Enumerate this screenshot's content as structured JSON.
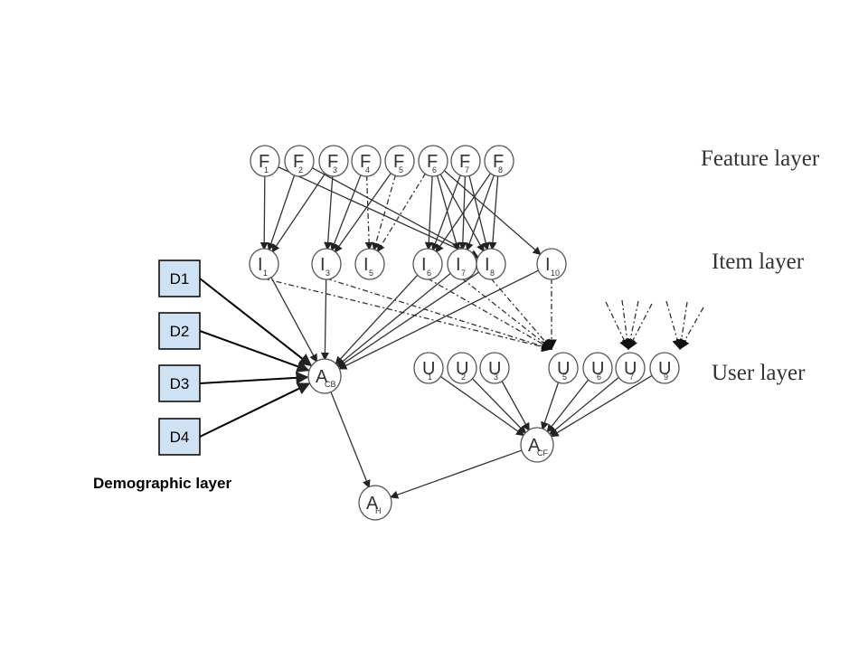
{
  "layers": {
    "feature": "Feature layer",
    "item": "Item layer",
    "user": "User layer",
    "demographic": "Demographic layer"
  },
  "nodes": {
    "F1": {
      "main": "F",
      "sub": "1"
    },
    "F2": {
      "main": "F",
      "sub": "2"
    },
    "F3": {
      "main": "F",
      "sub": "3"
    },
    "F4": {
      "main": "F",
      "sub": "4"
    },
    "F5": {
      "main": "F",
      "sub": "5"
    },
    "F6": {
      "main": "F",
      "sub": "6"
    },
    "F7": {
      "main": "F",
      "sub": "7"
    },
    "F8": {
      "main": "F",
      "sub": "8"
    },
    "I1": {
      "main": "I",
      "sub": "1"
    },
    "I3": {
      "main": "I",
      "sub": "3"
    },
    "I5": {
      "main": "I",
      "sub": "5"
    },
    "I6": {
      "main": "I",
      "sub": "6"
    },
    "I7": {
      "main": "I",
      "sub": "7"
    },
    "I8": {
      "main": "I",
      "sub": "8"
    },
    "I10": {
      "main": "I",
      "sub": "10"
    },
    "U1": {
      "main": "U",
      "sub": "1"
    },
    "U2": {
      "main": "U",
      "sub": "2"
    },
    "U3": {
      "main": "U",
      "sub": "3"
    },
    "U5": {
      "main": "U",
      "sub": "5"
    },
    "U6": {
      "main": "U",
      "sub": "6"
    },
    "U7": {
      "main": "U",
      "sub": "7"
    },
    "U9": {
      "main": "U",
      "sub": "9"
    },
    "ACB": {
      "main": "A",
      "sub": "CB"
    },
    "ACF": {
      "main": "A",
      "sub": "CF"
    },
    "AH": {
      "main": "A",
      "sub": "H"
    }
  },
  "demographics": {
    "D1": "D1",
    "D2": "D2",
    "D3": "D3",
    "D4": "D4"
  },
  "colors": {
    "node_stroke": "#555555",
    "edge": "#333333",
    "box_fill": "#cfe2f3",
    "box_stroke": "#000000"
  }
}
